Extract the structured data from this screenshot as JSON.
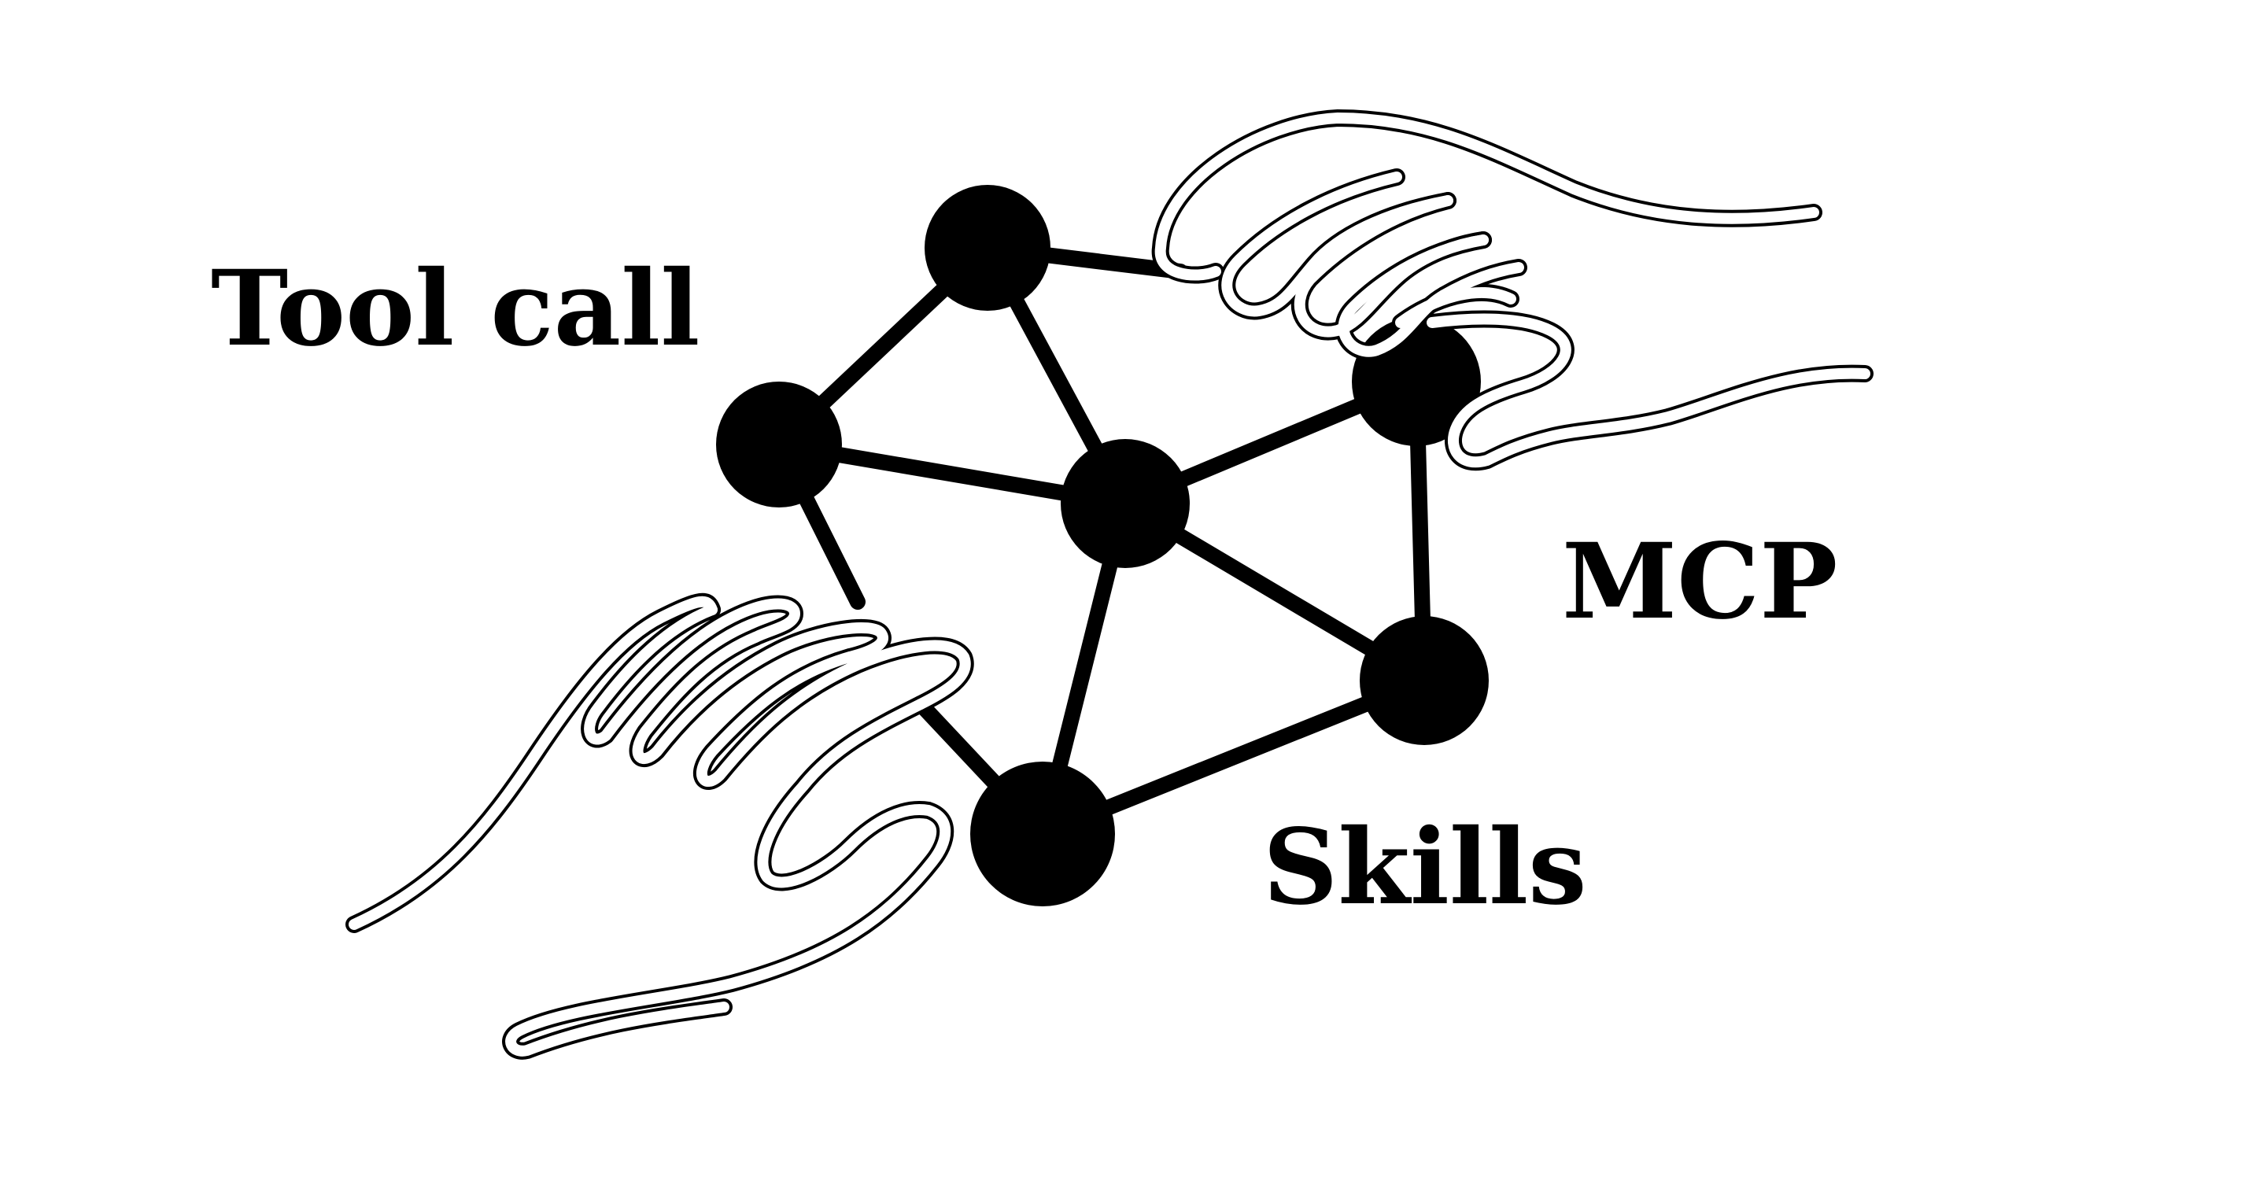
{
  "labels": {
    "tool_call": "Tool call",
    "mcp": "MCP",
    "skills": "Skills"
  },
  "colors": {
    "ink": "#000000",
    "background": "#ffffff"
  },
  "icons": {
    "upper_hand": "hand-outline-icon",
    "lower_hand": "hand-outline-icon"
  }
}
